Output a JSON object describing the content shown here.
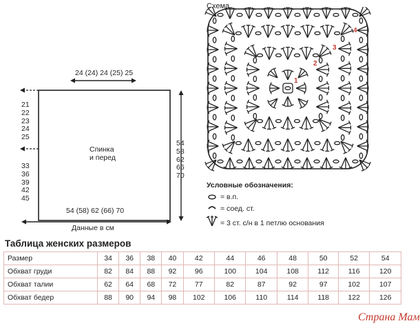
{
  "pattern": {
    "top_dims": "24 (24) 24 (25) 25",
    "panel_label_1": "Спинка",
    "panel_label_2": "и перед",
    "left_col_top": [
      "21",
      "22",
      "23",
      "24",
      "25"
    ],
    "left_col_bottom": [
      "33",
      "36",
      "39",
      "42",
      "45"
    ],
    "right_col": [
      "54",
      "58",
      "62",
      "66",
      "70"
    ],
    "bottom_dims": "54 (58) 62 (66) 70",
    "caption": "Данные в см"
  },
  "scheme": {
    "title": "Схема",
    "markers": [
      "1",
      "2",
      "3",
      "4"
    ]
  },
  "legend": {
    "title": "Условные обозначения:",
    "items": [
      "= в.п.",
      "= соед. ст.",
      "= 3 ст. с/н в 1 петлю основания"
    ],
    "icons": [
      "chain-stitch-icon",
      "slip-stitch-icon",
      "cluster-icon"
    ]
  },
  "size_table": {
    "title": "Таблица женских размеров",
    "rows": [
      {
        "label": "Размер",
        "values": [
          "34",
          "36",
          "38",
          "40",
          "42",
          "44",
          "46",
          "48",
          "50",
          "52",
          "54"
        ]
      },
      {
        "label": "Обхват груди",
        "values": [
          "82",
          "84",
          "88",
          "92",
          "96",
          "100",
          "104",
          "108",
          "112",
          "116",
          "120"
        ]
      },
      {
        "label": "Обхват талии",
        "values": [
          "62",
          "64",
          "68",
          "72",
          "77",
          "82",
          "87",
          "92",
          "97",
          "102",
          "107"
        ]
      },
      {
        "label": "Обхват бедер",
        "values": [
          "88",
          "90",
          "94",
          "98",
          "102",
          "106",
          "110",
          "114",
          "118",
          "122",
          "126"
        ]
      }
    ]
  },
  "watermark": "Страна Мам",
  "colors": {
    "accent": "#c2392e",
    "table_border": "#e0b8b6",
    "ink": "#222222"
  }
}
